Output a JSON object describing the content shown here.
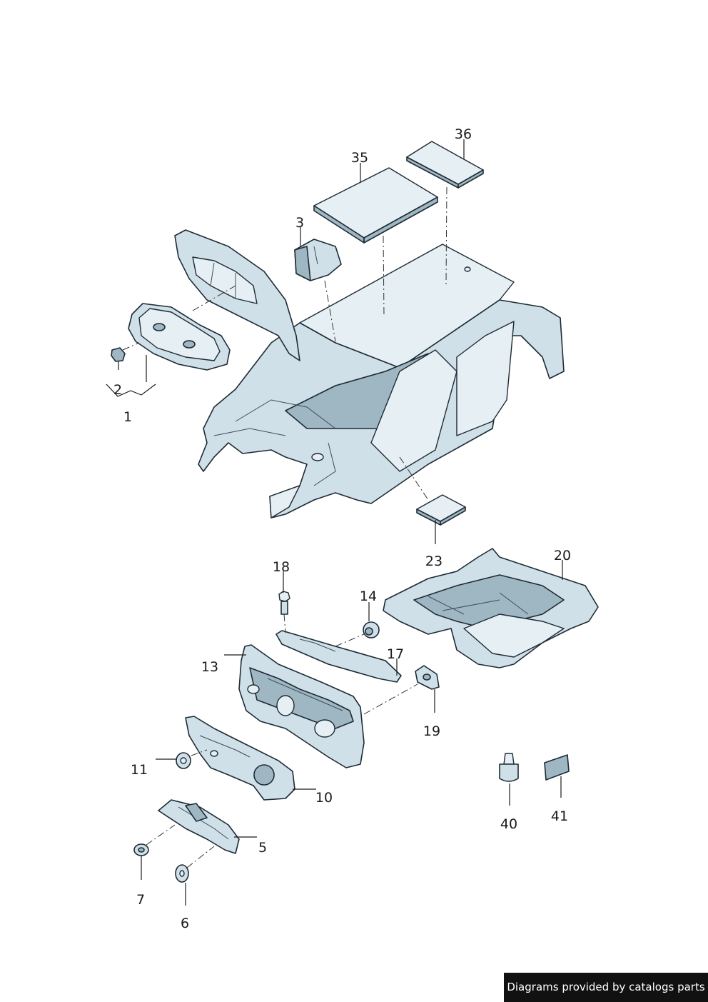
{
  "callouts": [
    {
      "id": "1",
      "label": "1"
    },
    {
      "id": "2",
      "label": "2"
    },
    {
      "id": "3",
      "label": "3"
    },
    {
      "id": "5",
      "label": "5"
    },
    {
      "id": "6",
      "label": "6"
    },
    {
      "id": "7",
      "label": "7"
    },
    {
      "id": "10",
      "label": "10"
    },
    {
      "id": "11",
      "label": "11"
    },
    {
      "id": "13",
      "label": "13"
    },
    {
      "id": "14",
      "label": "14"
    },
    {
      "id": "17",
      "label": "17"
    },
    {
      "id": "18",
      "label": "18"
    },
    {
      "id": "19",
      "label": "19"
    },
    {
      "id": "20",
      "label": "20"
    },
    {
      "id": "23",
      "label": "23"
    },
    {
      "id": "35",
      "label": "35"
    },
    {
      "id": "36",
      "label": "36"
    },
    {
      "id": "40",
      "label": "40"
    },
    {
      "id": "41",
      "label": "41"
    }
  ],
  "footer": {
    "credit": "Diagrams provided by catalogs parts"
  },
  "colors": {
    "part_fill": "#cfe0e9",
    "part_shadow": "#9fb6c3",
    "outline": "#1e2a34",
    "credit_bg": "#111111"
  }
}
